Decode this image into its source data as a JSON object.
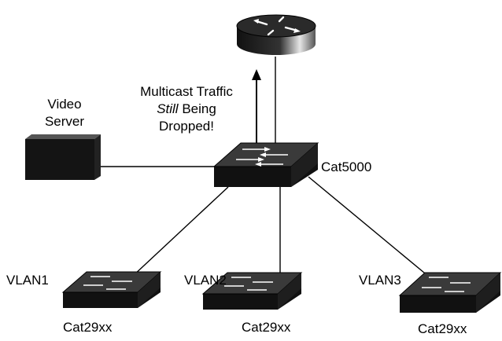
{
  "title": "",
  "nodes": {
    "router": {
      "icon": "router-icon"
    },
    "video_server": {
      "label_line1": "Video",
      "label_line2": "Server"
    },
    "core_switch": {
      "label": "Cat5000"
    },
    "switch_1": {
      "label": "Cat29xx",
      "vlan": "VLAN1"
    },
    "switch_2": {
      "label": "Cat29xx",
      "vlan": "VLAN2"
    },
    "switch_3": {
      "label": "Cat29xx",
      "vlan": "VLAN3"
    }
  },
  "annotation": {
    "line1": "Multicast Traffic",
    "line2_italic": "Still",
    "line2_rest": " Being",
    "line3": "Dropped!"
  },
  "links": [
    {
      "from": "video_server",
      "to": "core_switch"
    },
    {
      "from": "core_switch",
      "to": "router"
    },
    {
      "from": "core_switch",
      "to": "switch_1"
    },
    {
      "from": "core_switch",
      "to": "switch_2"
    },
    {
      "from": "core_switch",
      "to": "switch_3"
    }
  ],
  "colors": {
    "device_dark": "#1a1a1a",
    "device_top": "#3a3a3a",
    "line": "#000000",
    "background": "#ffffff"
  }
}
